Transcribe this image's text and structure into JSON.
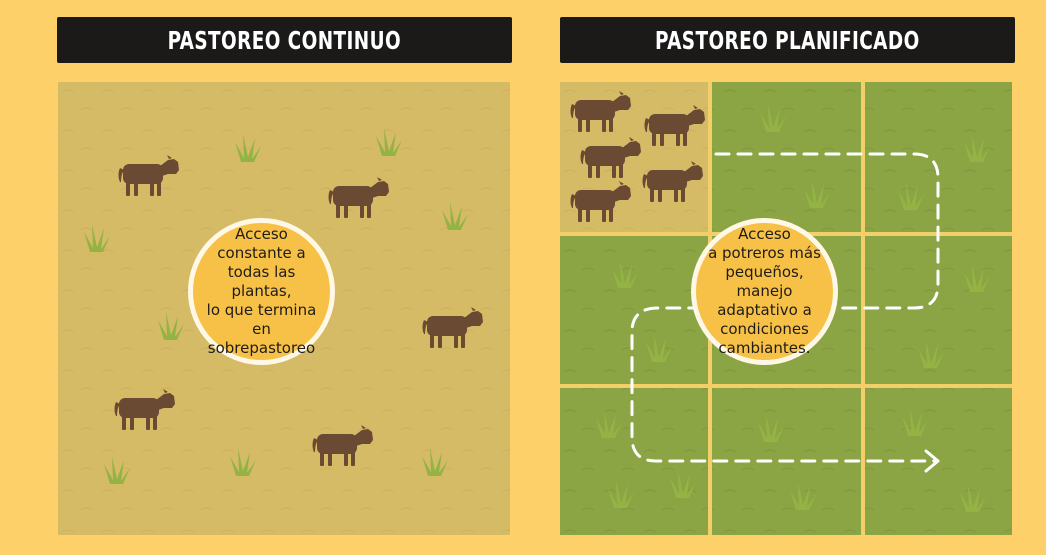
{
  "colors": {
    "background": "#fdd06a",
    "banner": "#1c1a19",
    "dry_pasture": "#d6bb67",
    "green_pasture": "#8ba444",
    "fence": "#f2cf68",
    "cattle": "#6b4a34",
    "grass": "#93b445",
    "bubble_fill": "#f7c148",
    "bubble_border": "#fff8e6"
  },
  "left": {
    "title": "PASTOREO CONTINUO",
    "bubble_text": "Acceso\nconstante a\ntodas las plantas,\nlo que termina en\nsobrepastoreo"
  },
  "right": {
    "title": "PASTOREO PLANIFICADO",
    "bubble_text": "Acceso\na potreros más\npequeños, manejo\nadaptativo a\ncondiciones\ncambiantes."
  },
  "icons": {
    "animal": "cow-icon",
    "plant": "grass-tuft-icon",
    "route": "dashed-arrow-icon"
  }
}
